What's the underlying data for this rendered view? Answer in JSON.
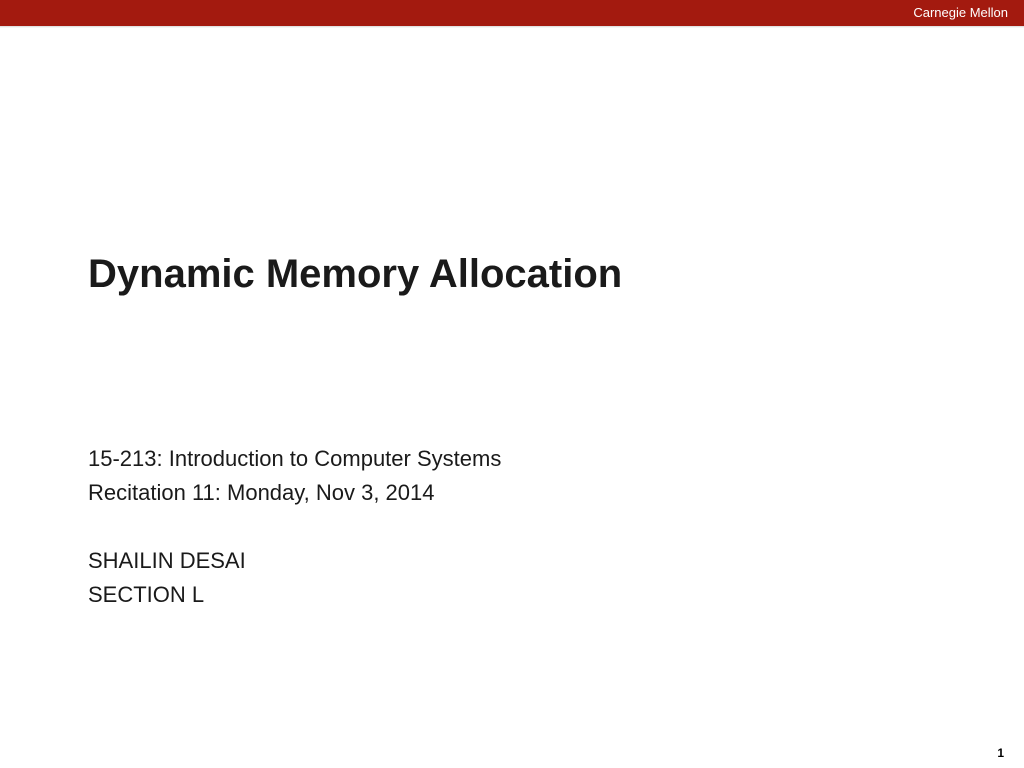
{
  "header": {
    "institution": "Carnegie Mellon",
    "bar_color": "#a31a0f"
  },
  "slide": {
    "title": "Dynamic Memory Allocation",
    "course_line": "15-213: Introduction to Computer Systems",
    "recitation_line": "Recitation 11: Monday, Nov 3, 2014",
    "presenter": "SHAILIN DESAI",
    "section": "SECTION L",
    "page_number": "1"
  }
}
